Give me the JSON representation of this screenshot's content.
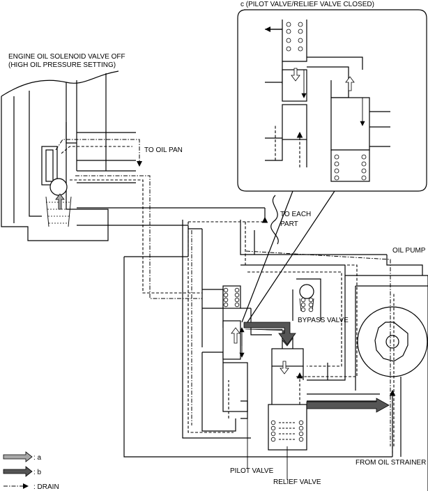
{
  "labels": {
    "inset_title": "c (PILOT VALVE/RELIEF VALVE CLOSED)",
    "solenoid_line1": "ENGINE OIL SOLENOID VALVE OFF",
    "solenoid_line2": "(HIGH OIL PRESSURE SETTING)",
    "to_oil_pan": "TO OIL PAN",
    "to_each_part_line1": "TO EACH",
    "to_each_part_line2": "PART",
    "oil_pump": "OIL PUMP",
    "bypass_valve": "BYPASS VALVE",
    "pilot_valve": "PILOT VALVE",
    "relief_valve": "RELIEF VALVE",
    "from_oil_strainer": "FROM OIL STRAINER"
  },
  "legend": [
    {
      "symbol": "arrow-light-gray",
      "text": ": a"
    },
    {
      "symbol": "arrow-dark-gray",
      "text": ": b"
    },
    {
      "symbol": "arrow-dash-dot",
      "text": ": DRAIN"
    }
  ],
  "colors": {
    "arrow_a": "#a8a8a8",
    "arrow_b": "#555555",
    "line": "#000000"
  }
}
